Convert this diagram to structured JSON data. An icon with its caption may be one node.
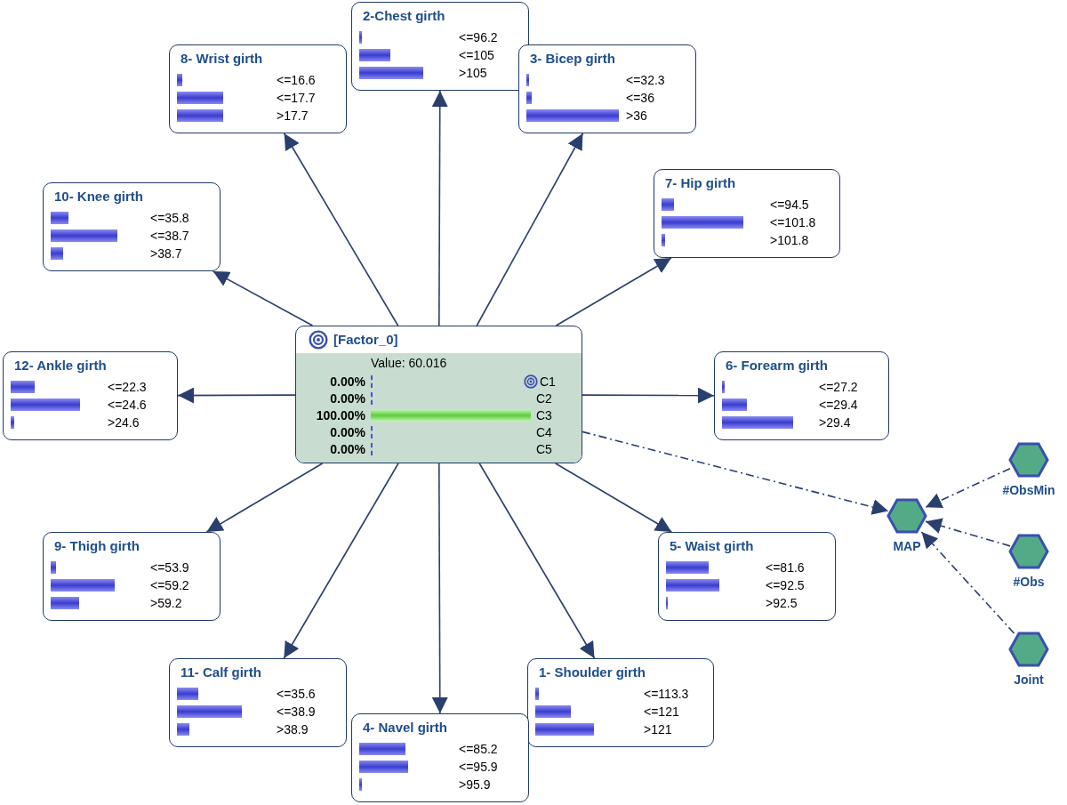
{
  "diagram": {
    "nodes": [
      {
        "text": [
          "2-Chest girth",
          "<=96.2",
          "<=105",
          ">105"
        ]
      },
      {
        "text": [
          "8- Wrist girth",
          "<=16.6",
          "<=17.7",
          ">17.7"
        ]
      },
      {
        "text": [
          "3- Bicep girth",
          "<=32.3",
          "<=36",
          ">36"
        ]
      },
      {
        "text": [
          "7- Hip girth",
          "<=94.5",
          "<=101.8",
          ">101.8"
        ]
      },
      {
        "text": [
          "10- Knee girth",
          "<=35.8",
          "<=38.7",
          ">38.7"
        ]
      },
      {
        "text": [
          "[Factor_0]",
          "Value: 60.016",
          "0.00%",
          "C1",
          "0.00%",
          "C2",
          "100.00%",
          "C3",
          "0.00%",
          "C4",
          "0.00%",
          "C5"
        ]
      },
      {
        "text": [
          "12- Ankle girth",
          "<=22.3",
          "<=24.6",
          ">24.6"
        ]
      },
      {
        "text": [
          "6- Forearm girth",
          "<=27.2",
          "<=29.4",
          ">29.4"
        ]
      },
      {
        "text": [
          "9- Thigh girth",
          "<=53.9",
          "<=59.2",
          ">59.2"
        ]
      },
      {
        "text": [
          "5- Waist girth",
          "<=81.6",
          "<=92.5",
          ">92.5"
        ]
      },
      {
        "text": [
          "MAP"
        ]
      },
      {
        "text": [
          "#ObsMin"
        ]
      },
      {
        "text": [
          "#Obs"
        ]
      },
      {
        "text": [
          "Joint"
        ]
      },
      {
        "text": [
          "11- Calf girth",
          "<=35.6",
          "<=38.9",
          ">38.9"
        ]
      },
      {
        "text": [
          "1- Shoulder girth",
          "<=113.3",
          "<=121",
          ">121"
        ]
      },
      {
        "text": [
          "4- Navel girth",
          "<=85.2",
          "<=95.9",
          ">95.9"
        ]
      }
    ],
    "edges": [
      {
        "from": 5,
        "to": 0,
        "arrow": "to"
      },
      {
        "from": 5,
        "to": 1,
        "arrow": "to"
      },
      {
        "from": 5,
        "to": 2,
        "arrow": "to"
      },
      {
        "from": 5,
        "to": 3,
        "arrow": "to"
      },
      {
        "from": 5,
        "to": 4,
        "arrow": "to"
      },
      {
        "from": 5,
        "to": 6,
        "arrow": "to"
      },
      {
        "from": 5,
        "to": 7,
        "arrow": "to"
      },
      {
        "from": 5,
        "to": 8,
        "arrow": "to"
      },
      {
        "from": 5,
        "to": 9,
        "arrow": "to"
      },
      {
        "from": 5,
        "to": 10,
        "arrow": "to",
        "style": "dashed"
      },
      {
        "from": 11,
        "to": 10,
        "arrow": "to",
        "style": "dashed"
      },
      {
        "from": 12,
        "to": 10,
        "arrow": "to",
        "style": "dashed"
      },
      {
        "from": 13,
        "to": 10,
        "arrow": "to",
        "style": "dashed"
      },
      {
        "from": 5,
        "to": 14,
        "arrow": "to"
      },
      {
        "from": 5,
        "to": 15,
        "arrow": "to"
      },
      {
        "from": 5,
        "to": 16,
        "arrow": "to"
      }
    ]
  }
}
